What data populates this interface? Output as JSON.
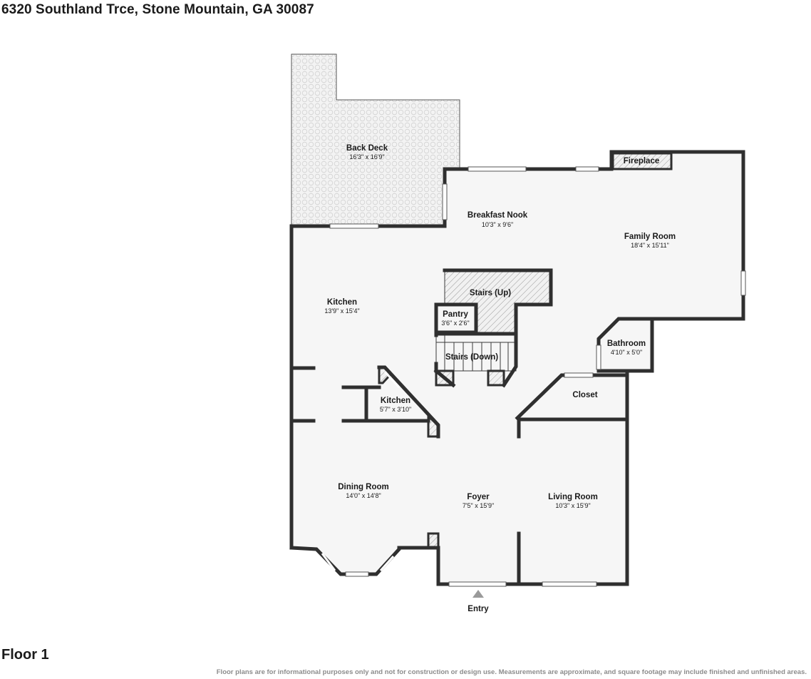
{
  "header": {
    "address": "6320 Southland Trce, Stone Mountain, GA 30087"
  },
  "floor_label": "Floor 1",
  "disclaimer": "Floor plans are for informational purposes only and not for construction or design use. Measurements are approximate, and square footage may include finished and unfinished areas.",
  "entry_label": "Entry",
  "rooms": {
    "back_deck": {
      "name": "Back Deck",
      "dims": "16'3\" x 16'9\""
    },
    "fireplace": {
      "name": "Fireplace"
    },
    "breakfast_nook": {
      "name": "Breakfast Nook",
      "dims": "10'3\" x 9'6\""
    },
    "family_room": {
      "name": "Family Room",
      "dims": "18'4\" x 15'11\""
    },
    "stairs_up": {
      "name": "Stairs (Up)"
    },
    "kitchen": {
      "name": "Kitchen",
      "dims": "13'9\" x 15'4\""
    },
    "pantry": {
      "name": "Pantry",
      "dims": "3'6\" x 2'6\""
    },
    "stairs_down": {
      "name": "Stairs (Down)"
    },
    "bathroom": {
      "name": "Bathroom",
      "dims": "4'10\" x 5'0\""
    },
    "kitchen_small": {
      "name": "Kitchen",
      "dims": "5'7\" x 3'10\""
    },
    "closet": {
      "name": "Closet"
    },
    "dining_room": {
      "name": "Dining Room",
      "dims": "14'0\" x 14'8\""
    },
    "foyer": {
      "name": "Foyer",
      "dims": "7'5\" x 15'9\""
    },
    "living_room": {
      "name": "Living Room",
      "dims": "10'3\" x 15'9\""
    }
  }
}
